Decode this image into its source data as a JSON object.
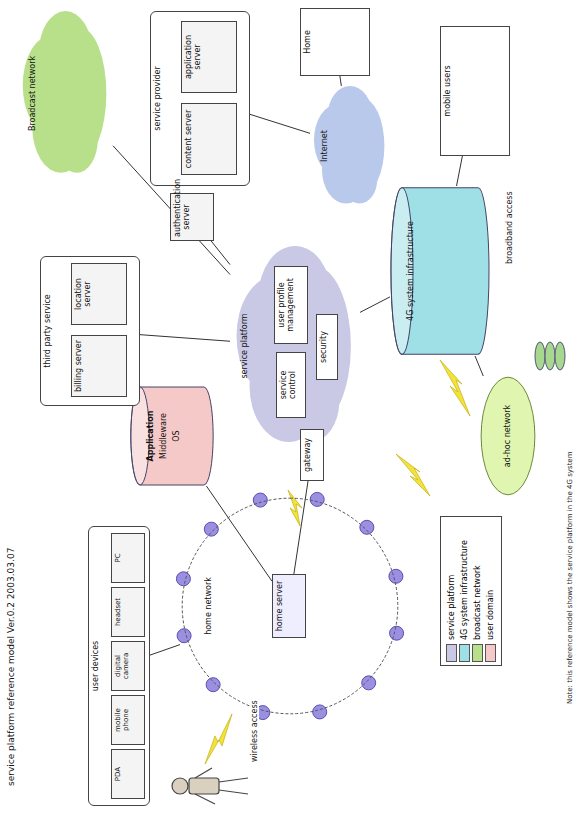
{
  "diagram": {
    "title": "service platform reference model Ver.0.2 2003.03.07",
    "nodes": [
      {
        "text": [
          "user devices"
        ]
      },
      {
        "text": [
          "PDA"
        ],
        "in": 0
      },
      {
        "text": [
          "mobile phone"
        ],
        "in": 0
      },
      {
        "text": [
          "digital camera"
        ],
        "in": 0
      },
      {
        "text": [
          "headset"
        ],
        "in": 0
      },
      {
        "text": [
          "PC"
        ],
        "in": 0
      },
      {
        "text": [
          "home network"
        ]
      },
      {
        "text": [
          "home server"
        ],
        "in": 6
      },
      {
        "text": [
          "Application",
          "Middleware",
          "OS"
        ]
      },
      {
        "text": [
          "service platform"
        ]
      },
      {
        "text": [
          "service control"
        ],
        "in": 9
      },
      {
        "text": [
          "user profile management"
        ],
        "in": 9
      },
      {
        "text": [
          "security"
        ],
        "in": 9
      },
      {
        "text": [
          "4G system infrastructure"
        ]
      },
      {
        "text": [
          "Internet"
        ]
      },
      {
        "text": [
          "Home"
        ]
      },
      {
        "text": [
          "mobile users"
        ]
      },
      {
        "text": [
          "Broadcast network"
        ]
      },
      {
        "text": [
          "service provider"
        ]
      },
      {
        "text": [
          "content server"
        ],
        "in": 18
      },
      {
        "text": [
          "application server"
        ],
        "in": 18
      },
      {
        "text": [
          "third party service"
        ]
      },
      {
        "text": [
          "billing server"
        ],
        "in": 21
      },
      {
        "text": [
          "location server"
        ],
        "in": 21
      },
      {
        "text": [
          "authentication server"
        ]
      },
      {
        "text": [
          "ad-hoc network"
        ]
      },
      {
        "text": [
          "gateway"
        ]
      }
    ],
    "edges": [
      {
        "from": 0,
        "to": 6,
        "arrow": "none"
      },
      {
        "from": 8,
        "to": 7,
        "arrow": "none"
      },
      {
        "from": 7,
        "to": 26,
        "arrow": "none"
      },
      {
        "from": 26,
        "to": 9,
        "arrow": "none"
      },
      {
        "from": 9,
        "to": 13,
        "arrow": "none"
      },
      {
        "from": 13,
        "to": 14,
        "arrow": "none"
      },
      {
        "from": 14,
        "to": 15,
        "arrow": "none"
      },
      {
        "from": 14,
        "to": 18,
        "arrow": "none"
      },
      {
        "from": 9,
        "to": 21,
        "arrow": "none"
      },
      {
        "from": 9,
        "to": 17,
        "arrow": "none"
      },
      {
        "from": 9,
        "to": 24,
        "arrow": "none"
      },
      {
        "from": 13,
        "to": 16,
        "arrow": "none"
      },
      {
        "from": 13,
        "to": 25,
        "arrow": "none"
      }
    ],
    "labels": [
      "Note: this reference model shows the service platform in the 4G system",
      "wireless access",
      "broadband access"
    ],
    "legend": [
      {
        "text": "service platform",
        "color": "#c9c9e6"
      },
      {
        "text": "4G system infrastructure",
        "color": "#9fdfe6"
      },
      {
        "text": "broadcast network",
        "color": "#b8e08a"
      },
      {
        "text": "user domain",
        "color": "#f6c9c9"
      }
    ]
  }
}
